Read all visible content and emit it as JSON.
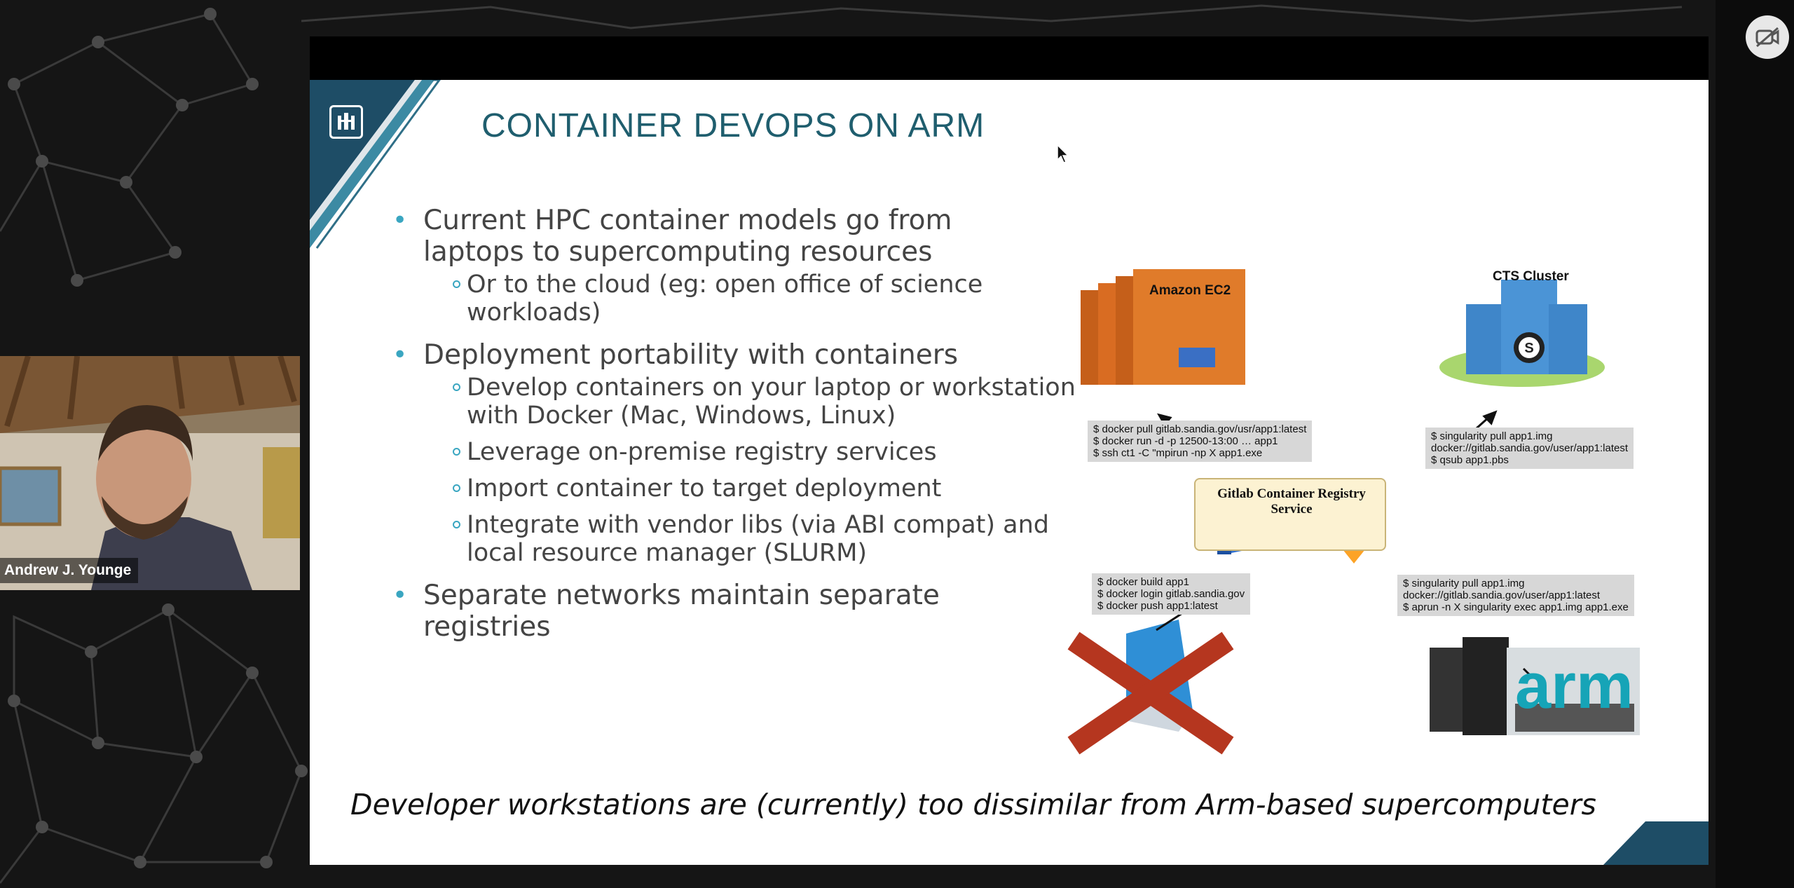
{
  "meeting": {
    "participant_name": "Andrew J. Younge"
  },
  "icons": {
    "camera_toggle": "camera-off-icon",
    "logo": "sandia-thunderbird-logo",
    "cursor": "mouse-pointer-icon"
  },
  "slide": {
    "title": "CONTAINER DEVOPS ON ARM",
    "bullets": [
      {
        "text": "Current HPC container models go from laptops to supercomputing resources",
        "sub": [
          "Or to the cloud (eg: open office of science workloads)"
        ]
      },
      {
        "text": "Deployment portability with containers",
        "sub": [
          "Develop containers on your laptop or workstation with Docker (Mac, Windows, Linux)",
          "Leverage on-premise registry services",
          "Import container to target deployment",
          "Integrate with vendor libs (via ABI compat) and local resource manager (SLURM)"
        ]
      },
      {
        "text": "Separate networks maintain separate registries",
        "sub": []
      }
    ],
    "footer": "Developer workstations are (currently) too dissimilar from Arm-based supercomputers",
    "diagram": {
      "ec2_label": "Amazon EC2",
      "cts_label": "CTS Cluster",
      "registry_label": "Gitlab Container Registry Service",
      "arm_label": "arm",
      "cmd_ec2": "$ docker pull gitlab.sandia.gov/usr/app1:latest\n$ docker run -d -p 12500-13:00 … app1\n$ ssh ct1 -C \"mpirun -np X app1.exe",
      "cmd_cts": "$ singularity pull app1.img\ndocker://gitlab.sandia.gov/user/app1:latest\n$ qsub app1.pbs",
      "cmd_laptop": "$ docker build app1\n$ docker login gitlab.sandia.gov\n$ docker push app1:latest",
      "cmd_arm": "$ singularity pull app1.img\ndocker://gitlab.sandia.gov/user/app1:latest\n$ aprun -n X singularity exec app1.img app1.exe"
    }
  },
  "colors": {
    "title": "#1f5e6e",
    "bullet_accent": "#3aa6c1",
    "ec2_orange": "#e07b2a",
    "arm_teal": "#16a4b7",
    "cross_red": "#b5361f"
  }
}
